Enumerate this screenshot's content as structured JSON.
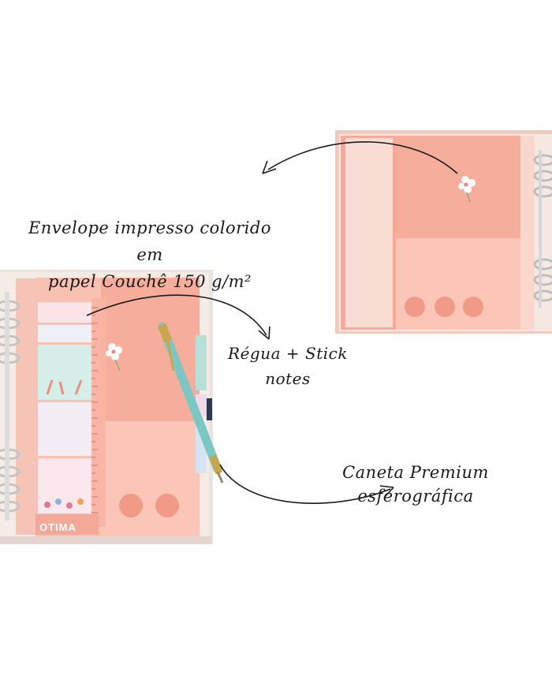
{
  "annotations": {
    "envelope_line1": "Envelope impresso colorido em",
    "envelope_line2": "papel Couchê 150 g/m²",
    "regua_line1": "Régua + Stick",
    "regua_line2": "notes",
    "caneta": "Caneta Premium esferográfica"
  },
  "brand": "OTIMA",
  "colors": {
    "envelope_pink": "#f7ad9c",
    "envelope_light": "#fbc7b8",
    "page_cream": "#f3e4de",
    "pen_teal": "#7cc6c3",
    "ring_silver": "#c9c9c9",
    "arrow": "#1a1a1a"
  }
}
